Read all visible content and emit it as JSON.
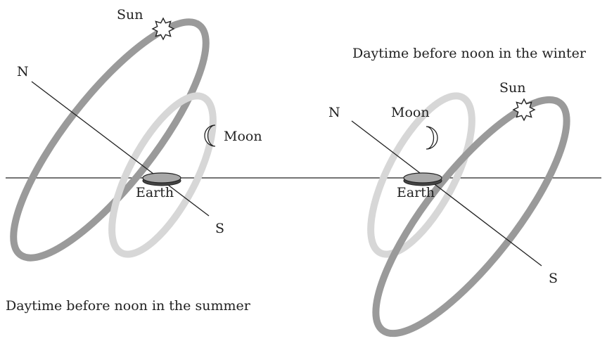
{
  "panels": [
    {
      "caption": "Daytime before noon in the summer",
      "labels": {
        "sun": "Sun",
        "moon": "Moon",
        "earth": "Earth",
        "north": "N",
        "south": "S"
      }
    },
    {
      "caption": "Daytime before noon in the winter",
      "labels": {
        "sun": "Sun",
        "moon": "Moon",
        "earth": "Earth",
        "north": "N",
        "south": "S"
      }
    }
  ],
  "colors": {
    "sun_orbit": "#9a9a9a",
    "moon_orbit": "#d7d7d7",
    "earth_fill": "#a8a8a8",
    "earth_edge": "#222222",
    "line": "#222222"
  },
  "icons": {
    "sun": "sun-icon",
    "moon": "crescent-moon-icon",
    "earth": "earth-disk-icon"
  }
}
